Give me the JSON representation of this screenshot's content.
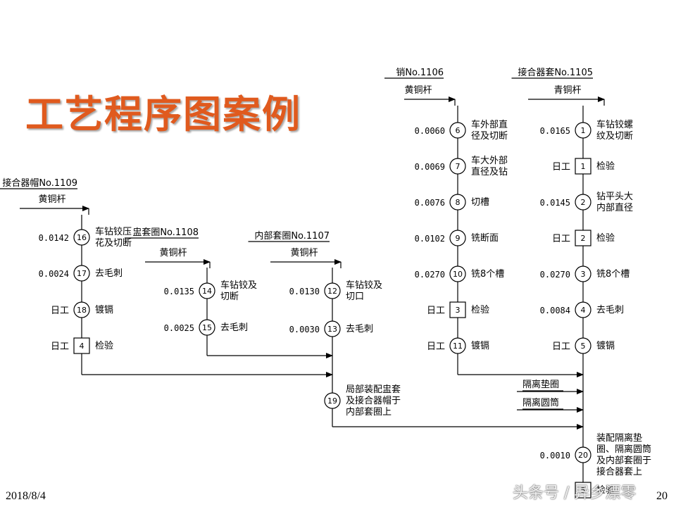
{
  "slide": {
    "title": "工艺程序图案例",
    "date": "2018/8/4",
    "page_number": "20",
    "watermark": "头条号 / 异乡漂零"
  },
  "parts": [
    {
      "key": "p1109",
      "name": "接合器帽No.1109",
      "material": "黄铜杆"
    },
    {
      "key": "p1108",
      "name": "盅套圈No.1108",
      "material": "黄铜杆"
    },
    {
      "key": "p1107",
      "name": "内部套圈No.1107",
      "material": "黄铜杆"
    },
    {
      "key": "p1106",
      "name": "销No.1106",
      "material": "黄铜杆"
    },
    {
      "key": "p1105",
      "name": "接合器套No.1105",
      "material": "青铜杆"
    }
  ],
  "steps": {
    "c1109": [
      {
        "type": "op",
        "num": "16",
        "time": "0.0142",
        "label": [
          "车钻铰压",
          "花及切断"
        ]
      },
      {
        "type": "op",
        "num": "17",
        "time": "0.0024",
        "label": [
          "去毛刺"
        ]
      },
      {
        "type": "op",
        "num": "18",
        "time": "日工",
        "label": [
          "镀镉"
        ]
      },
      {
        "type": "insp",
        "num": "4",
        "time": "日工",
        "label": [
          "检验"
        ]
      }
    ],
    "c1108": [
      {
        "type": "op",
        "num": "14",
        "time": "0.0135",
        "label": [
          "车钻铰及",
          "切断"
        ]
      },
      {
        "type": "op",
        "num": "15",
        "time": "0.0025",
        "label": [
          "去毛刺"
        ]
      }
    ],
    "c1107": [
      {
        "type": "op",
        "num": "12",
        "time": "0.0130",
        "label": [
          "车钻铰及",
          "切口"
        ]
      },
      {
        "type": "op",
        "num": "13",
        "time": "0.0030",
        "label": [
          "去毛刺"
        ]
      },
      {
        "type": "op",
        "num": "19",
        "time": "",
        "label": [
          "局部装配盅套",
          "及接合器帽于",
          "内部套圈上"
        ]
      }
    ],
    "c1106": [
      {
        "type": "op",
        "num": "6",
        "time": "0.0060",
        "label": [
          "车外部直",
          "径及切断"
        ]
      },
      {
        "type": "op",
        "num": "7",
        "time": "0.0069",
        "label": [
          "车大外部",
          "直径及钻"
        ]
      },
      {
        "type": "op",
        "num": "8",
        "time": "0.0076",
        "label": [
          "切槽"
        ]
      },
      {
        "type": "op",
        "num": "9",
        "time": "0.0102",
        "label": [
          "铣断面"
        ]
      },
      {
        "type": "op",
        "num": "10",
        "time": "0.0270",
        "label": [
          "铣8个槽"
        ]
      },
      {
        "type": "insp",
        "num": "3",
        "time": "日工",
        "label": [
          "检验"
        ]
      },
      {
        "type": "op",
        "num": "11",
        "time": "日工",
        "label": [
          "镀镉"
        ]
      }
    ],
    "c1105": [
      {
        "type": "op",
        "num": "1",
        "time": "0.0165",
        "label": [
          "车钻铰螺",
          "纹及切断"
        ]
      },
      {
        "type": "insp",
        "num": "1",
        "time": "日工",
        "label": [
          "检验"
        ]
      },
      {
        "type": "op",
        "num": "2",
        "time": "0.0145",
        "label": [
          "钻平头大",
          "内部直径"
        ]
      },
      {
        "type": "insp",
        "num": "2",
        "time": "日工",
        "label": [
          "检验"
        ]
      },
      {
        "type": "op",
        "num": "3",
        "time": "0.0270",
        "label": [
          "铣8个槽"
        ]
      },
      {
        "type": "op",
        "num": "4",
        "time": "0.0084",
        "label": [
          "去毛刺"
        ]
      },
      {
        "type": "op",
        "num": "5",
        "time": "日工",
        "label": [
          "镀镉"
        ]
      },
      {
        "type": "op",
        "num": "20",
        "time": "0.0010",
        "label": [
          "装配隔离垫",
          "圈、隔离圆筒",
          "及内部套圈于",
          "接合器套上"
        ]
      },
      {
        "type": "insp",
        "num": "5",
        "time": "",
        "label": [
          "检验"
        ]
      }
    ]
  },
  "purchased_items": [
    "隔离垫圈",
    "隔离圆筒"
  ]
}
